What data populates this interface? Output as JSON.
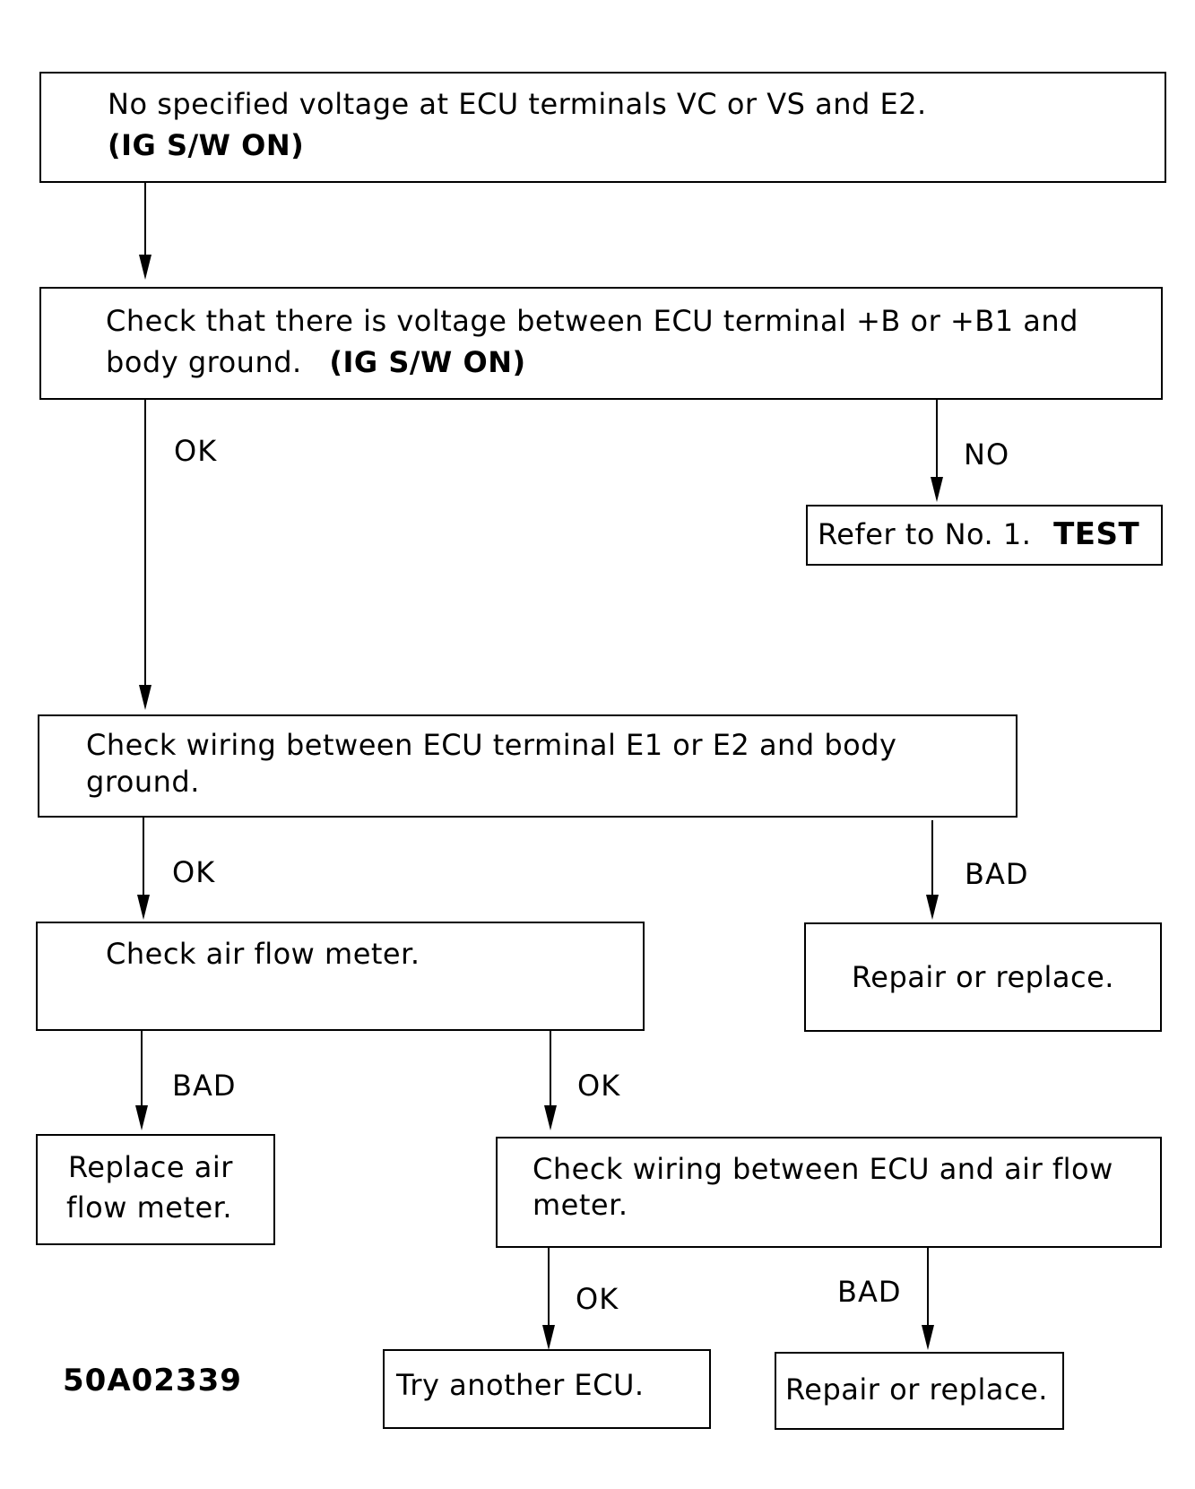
{
  "boxes": {
    "start": {
      "line1": "No specified voltage at ECU terminals VC or VS and E2.",
      "line2": "(IG S/W ON)"
    },
    "check_voltage": {
      "line1": "Check that there is voltage between ECU terminal +B or +B1 and",
      "line2_text": "body ground.",
      "line2_bold": "(IG S/W ON)"
    },
    "refer_test": {
      "text": "Refer to No. 1.",
      "bold": "TEST"
    },
    "check_ground_wiring": {
      "line1": "Check wiring between ECU terminal E1 or E2 and body",
      "line2": "ground."
    },
    "check_afm": {
      "text": "Check air flow meter."
    },
    "repair_replace_1": {
      "text": "Repair or replace."
    },
    "replace_afm": {
      "line1": "Replace air",
      "line2": "flow meter."
    },
    "check_afm_wiring": {
      "line1": "Check wiring between ECU and air flow",
      "line2": "meter."
    },
    "try_ecu": {
      "text": "Try another ECU."
    },
    "repair_replace_2": {
      "text": "Repair or replace."
    }
  },
  "branch_labels": {
    "voltage_ok": "OK",
    "voltage_no": "NO",
    "ground_ok": "OK",
    "ground_bad": "BAD",
    "afm_bad": "BAD",
    "afm_ok": "OK",
    "afm_wiring_ok": "OK",
    "afm_wiring_bad": "BAD"
  },
  "figure_code": "50A02339"
}
